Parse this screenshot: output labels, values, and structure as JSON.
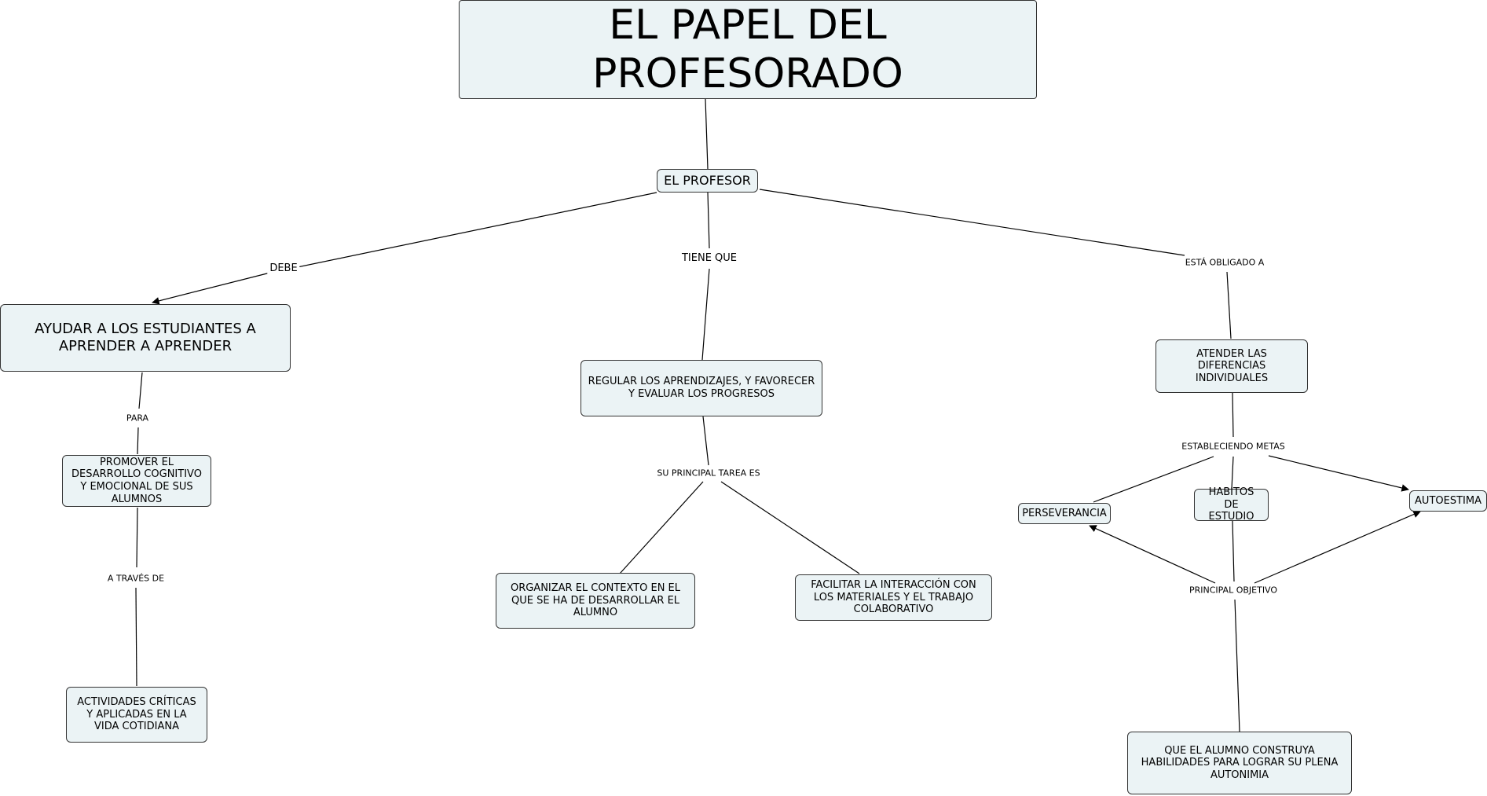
{
  "title": "EL PAPEL DEL PROFESORADO",
  "nodes": {
    "profesor": "EL PROFESOR",
    "ayudar": "AYUDAR A LOS ESTUDIANTES A APRENDER A APRENDER",
    "regular": "REGULAR LOS APRENDIZAJES, Y FAVORECER Y EVALUAR LOS PROGRESOS",
    "atender": "ATENDER LAS DIFERENCIAS INDIVIDUALES",
    "promover": "PROMOVER EL DESARROLLO COGNITIVO Y EMOCIONAL DE SUS ALUMNOS",
    "actividades": "ACTIVIDADES CRÍTICAS Y APLICADAS EN LA VIDA COTIDIANA",
    "organizar": "ORGANIZAR EL CONTEXTO EN EL QUE SE HA DE DESARROLLAR EL ALUMNO",
    "facilitar": "FACILITAR LA INTERACCIÓN CON LOS MATERIALES Y EL TRABAJO COLABORATIVO",
    "perseverancia": "PERSEVERANCIA",
    "habitos": "HABITOS DE ESTUDIO",
    "autoestima": "AUTOESTIMA",
    "construya": "QUE EL ALUMNO CONSTRUYA HABILIDADES PARA LOGRAR SU PLENA AUTONIMIA"
  },
  "links": {
    "debe": "DEBE",
    "tiene_que": "TIENE QUE",
    "obligado": "ESTÁ OBLIGADO A",
    "para": "PARA",
    "a_traves": "A TRAVÉS DE",
    "tarea": "SU PRINCIPAL TAREA ES",
    "metas": "ESTABLECIENDO METAS",
    "objetivo": "PRINCIPAL OBJETIVO"
  }
}
